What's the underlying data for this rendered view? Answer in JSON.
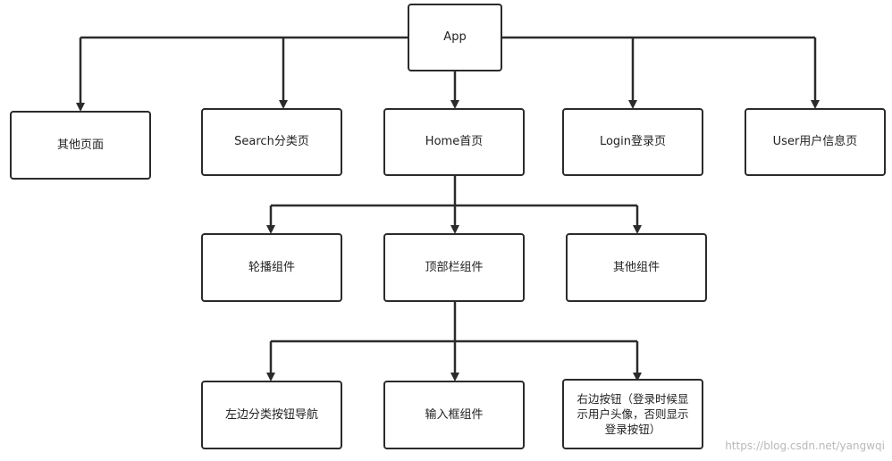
{
  "diagram": {
    "nodes": {
      "app": "App",
      "other_pages": "其他页面",
      "search": "Search分类页",
      "home": "Home首页",
      "login": "Login登录页",
      "user": "User用户信息页",
      "carousel": "轮播组件",
      "topbar": "顶部栏组件",
      "other_components": "其他组件",
      "left_nav": "左边分类按钮导航",
      "input_box": "输入框组件",
      "right_button": "右边按钮（登录时候显示用户头像，否则显示登录按钮）"
    },
    "edges": [
      [
        "app",
        "other_pages"
      ],
      [
        "app",
        "search"
      ],
      [
        "app",
        "home"
      ],
      [
        "app",
        "login"
      ],
      [
        "app",
        "user"
      ],
      [
        "home",
        "carousel"
      ],
      [
        "home",
        "topbar"
      ],
      [
        "home",
        "other_components"
      ],
      [
        "topbar",
        "left_nav"
      ],
      [
        "topbar",
        "input_box"
      ],
      [
        "topbar",
        "right_button"
      ]
    ]
  },
  "watermark": "https://blog.csdn.net/yangwqi",
  "colors": {
    "line": "#2b2b2b",
    "border": "#2b2b2b",
    "watermark": "#b9b9b9"
  }
}
